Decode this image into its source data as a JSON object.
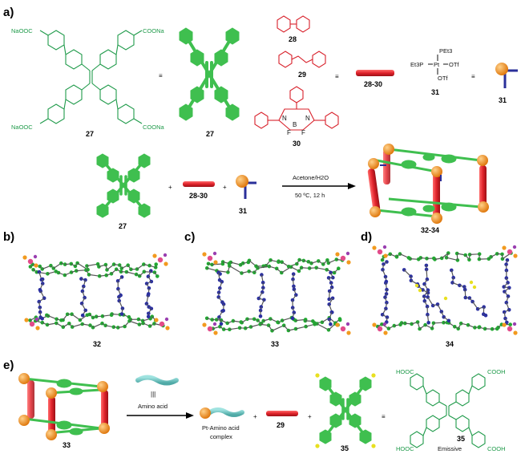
{
  "panels": {
    "a": "a)",
    "b": "b)",
    "c": "c)",
    "d": "d)",
    "e": "e)"
  },
  "compounds": {
    "c27": "27",
    "c28": "28",
    "c29": "29",
    "c30": "30",
    "c2830": "28-30",
    "c31": "31",
    "c3234": "32-34",
    "c32": "32",
    "c33": "33",
    "c34": "34",
    "c35": "35"
  },
  "groups": {
    "coona": "COONa",
    "naooc": "NaOOC",
    "cooh": "COOH",
    "hooc": "HOOC",
    "pet3": "PEt3",
    "et3p": "Et3P",
    "pt": "Pt",
    "otf": "OTf",
    "f": "F",
    "b": "B",
    "n": "N"
  },
  "conditions": {
    "solvent": "Acetone/H2O",
    "temp_time": "50 ºC, 12 h",
    "equiv": "≡",
    "plus": "+"
  },
  "panel_e": {
    "amino_acid": "Amino acid",
    "complex_line1": "Pt-Amino acid",
    "complex_line2": "complex",
    "emissive": "Emissive",
    "triple_bar": "|||"
  },
  "colors": {
    "green": "#3fbf4f",
    "red": "#d8202a",
    "orange": "#f29a1f",
    "navy": "#2a2f9a",
    "teal": "#6bc6c4",
    "struct_green": "#1f9a4a"
  }
}
